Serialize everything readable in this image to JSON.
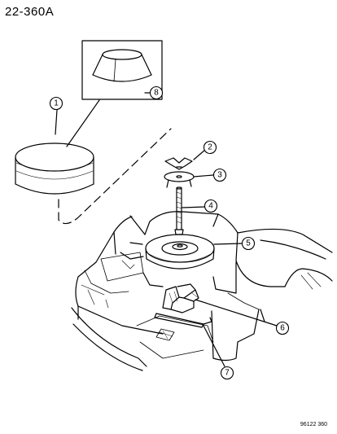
{
  "header": {
    "page_code": "22-360A"
  },
  "footer": {
    "figure_code": "96122 360"
  },
  "callouts": [
    {
      "id": "cover",
      "number": "1"
    },
    {
      "id": "wing-nut",
      "number": "2"
    },
    {
      "id": "retainer",
      "number": "3"
    },
    {
      "id": "bolt",
      "number": "4"
    },
    {
      "id": "spare-tire",
      "number": "5"
    },
    {
      "id": "jack",
      "number": "6"
    },
    {
      "id": "jack-handle",
      "number": "7"
    },
    {
      "id": "cover-ring",
      "number": "8"
    }
  ]
}
